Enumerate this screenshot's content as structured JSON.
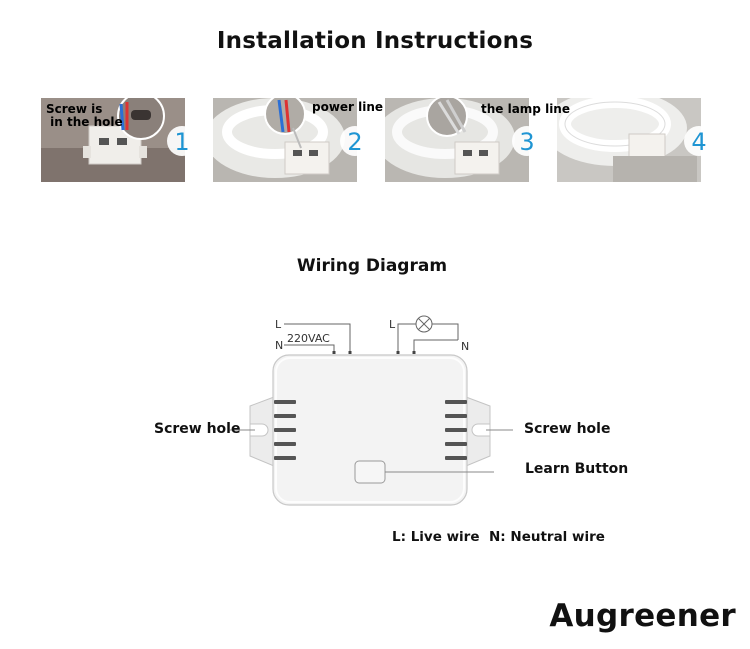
{
  "header": {
    "title": "Installation Instructions"
  },
  "steps": [
    {
      "number": "1",
      "label": "Screw is\n in the hole"
    },
    {
      "number": "2",
      "label": "power line"
    },
    {
      "number": "3",
      "label": "the lamp line"
    },
    {
      "number": "4",
      "label": ""
    }
  ],
  "wiring": {
    "title": "Wiring Diagram",
    "input_l": "L",
    "input_n": "N",
    "voltage": "220VAC",
    "output_l": "L",
    "output_n": "N",
    "screw_hole_left": "Screw hole",
    "screw_hole_right": "Screw hole",
    "learn_button": "Learn Button",
    "legend_live": "L: Live wire",
    "legend_neutral": "N: Neutral wire"
  },
  "brand": {
    "name": "Augreener"
  },
  "colors": {
    "step_number": "#1f95d3",
    "device_body": "#f3f3f3",
    "device_edge": "#c8c8c8"
  }
}
